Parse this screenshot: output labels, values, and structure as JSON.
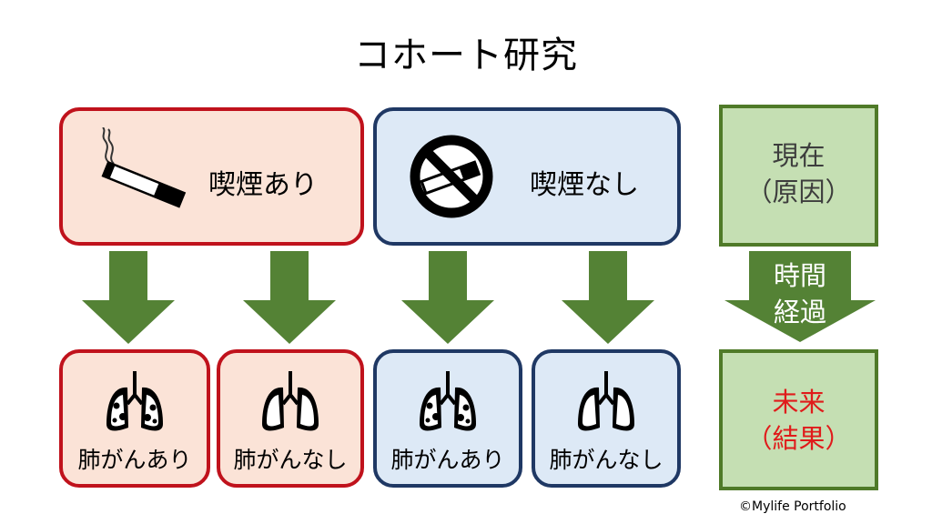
{
  "title": "コホート研究",
  "groups": {
    "smoking": {
      "label": "喫煙あり"
    },
    "nonsmoking": {
      "label": "喫煙なし"
    }
  },
  "outcomes": {
    "yes": "肺がんあり",
    "no": "肺がんなし"
  },
  "timeline": {
    "present_line1": "現在",
    "present_line2": "（原因）",
    "elapsed_line1": "時間",
    "elapsed_line2": "経過",
    "future_line1": "未来",
    "future_line2": "（結果）"
  },
  "colors": {
    "exposed_border": "#c0121c",
    "exposed_fill": "#fbe3d7",
    "unexposed_border": "#1f3864",
    "unexposed_fill": "#dde9f6",
    "arrow": "#548235",
    "timeline_fill": "#c5dfb3",
    "future_text": "#e01b1b"
  },
  "icons": {
    "smoking": "cigarette-icon",
    "no_smoking": "no-smoking-icon",
    "diseased_lung": "diseased-lungs-icon",
    "healthy_lung": "healthy-lungs-icon"
  },
  "copyright": "©Mylife Portfolio"
}
